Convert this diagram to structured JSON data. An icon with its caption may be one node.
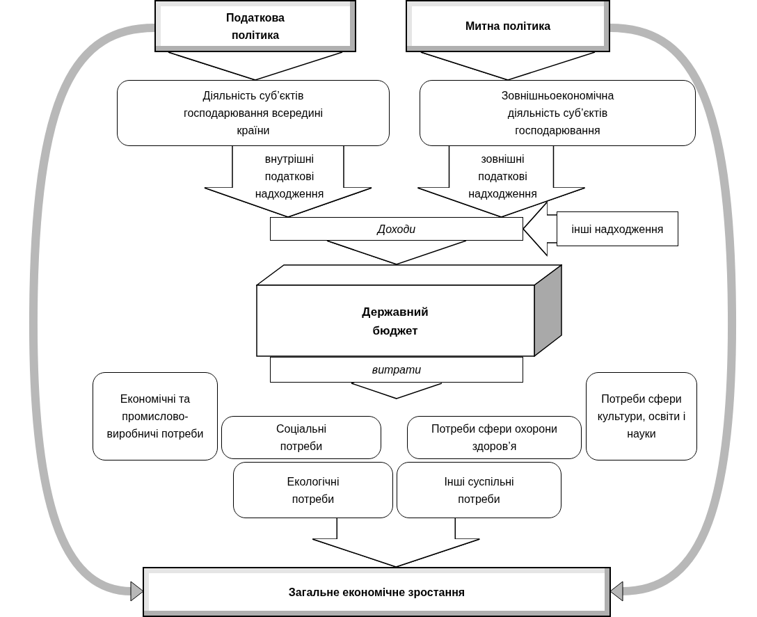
{
  "diagram": {
    "nodes": [
      {
        "text": [
          "Податкова політика"
        ]
      },
      {
        "text": [
          "Митна політика"
        ]
      },
      {
        "text": [
          "Діяльність суб’єктів господарювання всередині країни"
        ]
      },
      {
        "text": [
          "Зовнішньоекономічна діяльність суб’єктів господарювання"
        ]
      },
      {
        "text": [
          "Доходи"
        ]
      },
      {
        "text": [
          "інші надходження"
        ]
      },
      {
        "text": [
          "Державний бюджет"
        ]
      },
      {
        "text": [
          "витрати"
        ]
      },
      {
        "text": [
          "Економічні та промислово-виробничі потреби"
        ]
      },
      {
        "text": [
          "Соціальні потреби"
        ]
      },
      {
        "text": [
          "Потреби сфери охорони здоров’я"
        ]
      },
      {
        "text": [
          "Потреби сфери культури, освіти і науки"
        ]
      },
      {
        "text": [
          "Екологічні потреби"
        ]
      },
      {
        "text": [
          "Інші суспільні потреби"
        ]
      },
      {
        "text": [
          "Загальне економічне зростання"
        ]
      }
    ],
    "edges": [
      {
        "from": 0,
        "to": 2,
        "arrow": "to"
      },
      {
        "from": 1,
        "to": 3,
        "arrow": "to"
      },
      {
        "from": 2,
        "to": 4,
        "arrow": "to",
        "label": "внутрішні податкові надходження"
      },
      {
        "from": 3,
        "to": 4,
        "arrow": "to",
        "label": "зовнішні податкові надходження"
      },
      {
        "from": 5,
        "to": 4,
        "arrow": "to"
      },
      {
        "from": 4,
        "to": 6,
        "arrow": "to"
      },
      {
        "from": 7,
        "to": null,
        "arrow": "to"
      },
      {
        "from": 12,
        "to": 14,
        "arrow": "to"
      },
      {
        "from": 13,
        "to": 14,
        "arrow": "to"
      },
      {
        "from": 0,
        "to": 14,
        "arrow": "to",
        "style": "thick",
        "color": "#b8b8b8"
      },
      {
        "from": 1,
        "to": 14,
        "arrow": "to",
        "style": "thick",
        "color": "#b8b8b8"
      }
    ]
  }
}
